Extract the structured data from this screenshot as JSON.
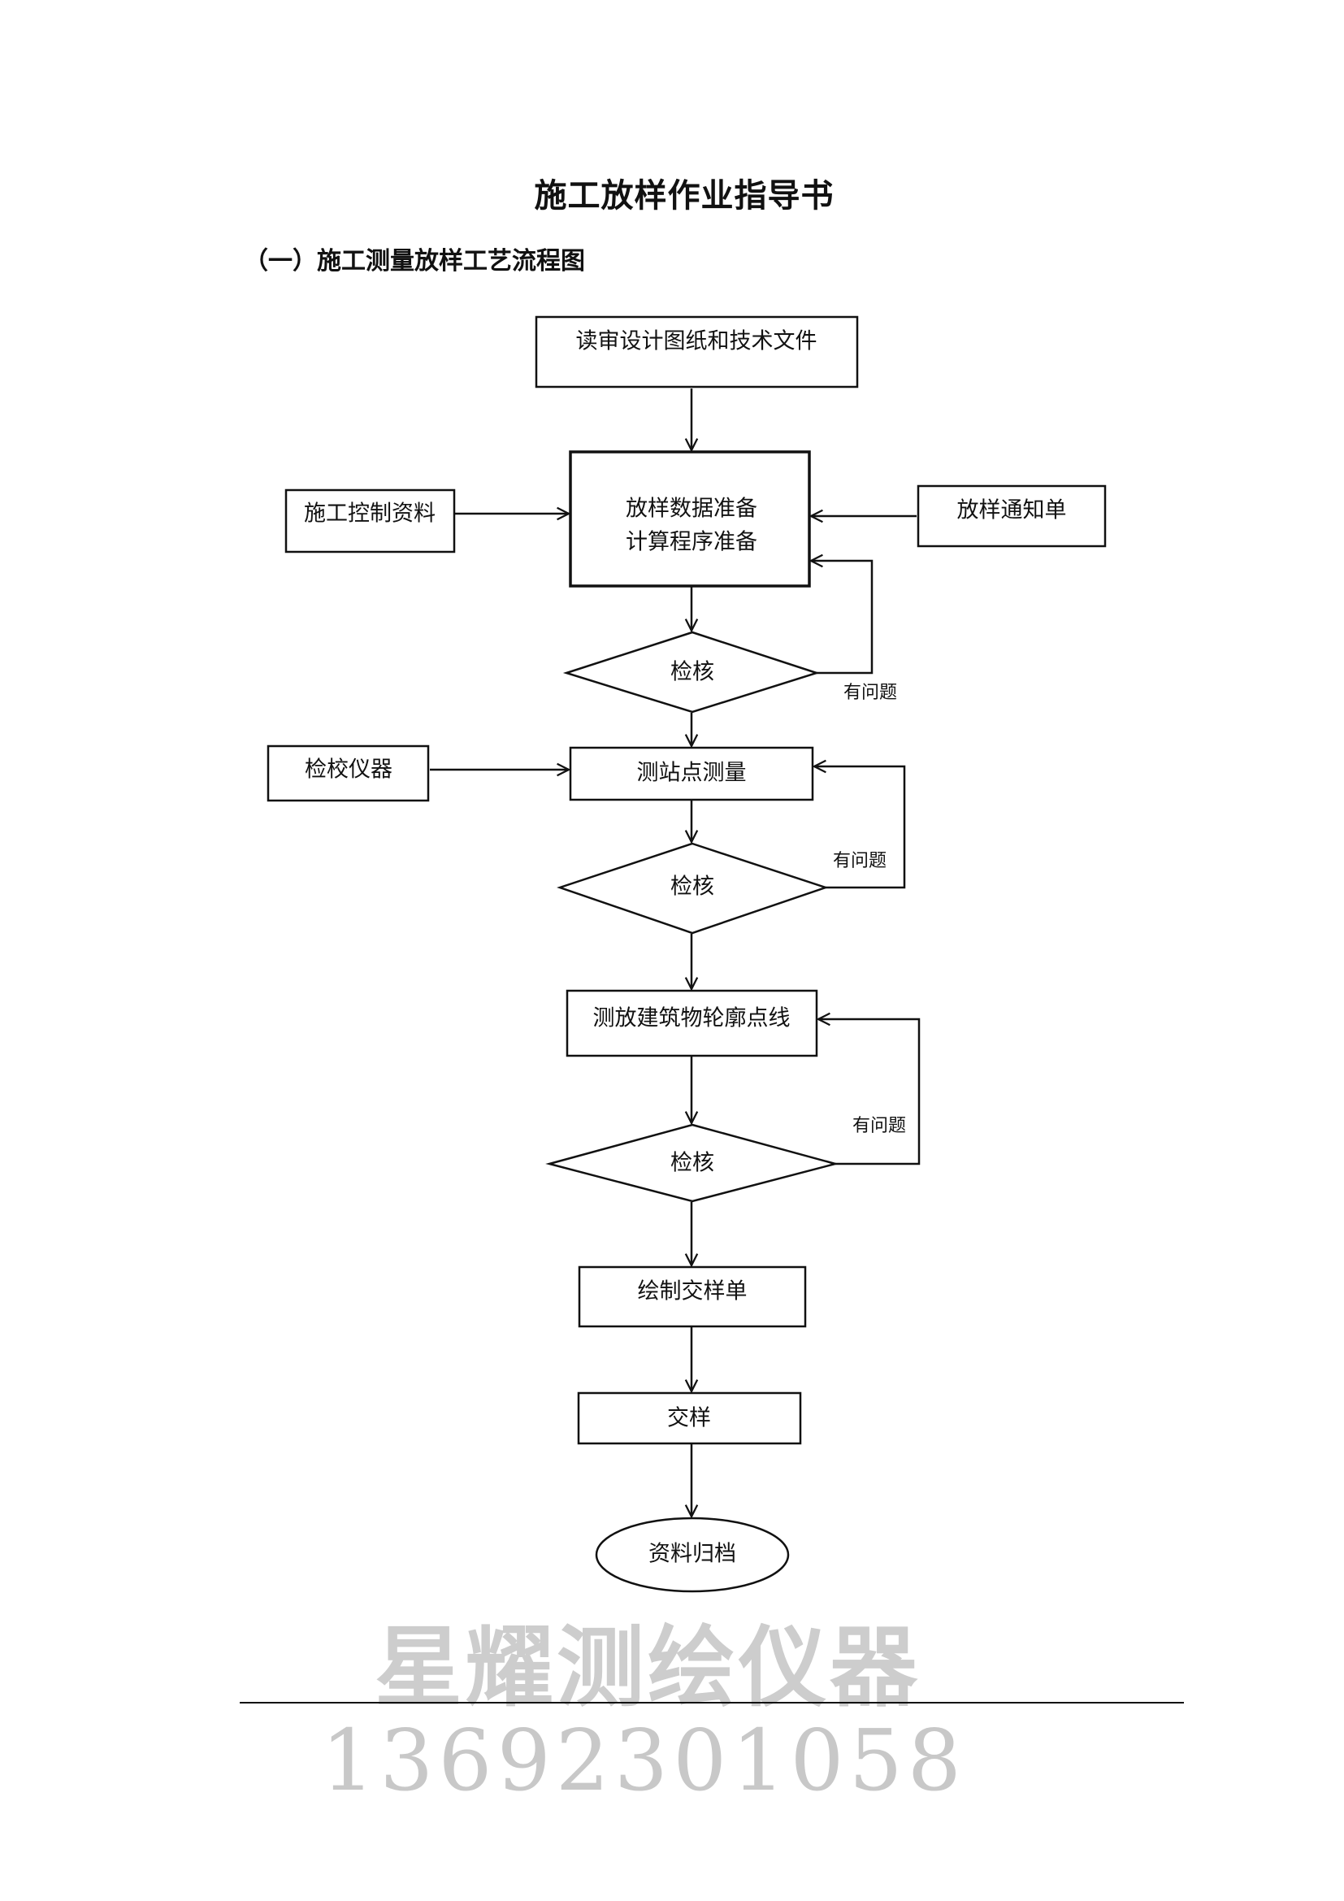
{
  "document": {
    "title": "施工放样作业指导书",
    "section_heading": "（一）施工测量放样工艺流程图"
  },
  "flowchart": {
    "nodes": {
      "read_drawings": "读审设计图纸和技术文件",
      "data_prep_line1": "放样数据准备",
      "data_prep_line2": "计算程序准备",
      "construction_control_data": "施工控制资料",
      "stakeout_notice": "放样通知单",
      "check_1": "检核",
      "calibrate_instruments": "检校仪器",
      "station_survey": "测站点测量",
      "check_2": "检核",
      "outline_stakeout": "测放建筑物轮廓点线",
      "check_3": "检核",
      "draw_handover_sheet": "绘制交样单",
      "handover": "交样",
      "archive": "资料归档"
    },
    "feedback_labels": {
      "problem_1": "有问题",
      "problem_2": "有问题",
      "problem_3": "有问题"
    }
  },
  "watermark": {
    "brand": "星耀测绘仪器",
    "phone": "13692301058"
  }
}
